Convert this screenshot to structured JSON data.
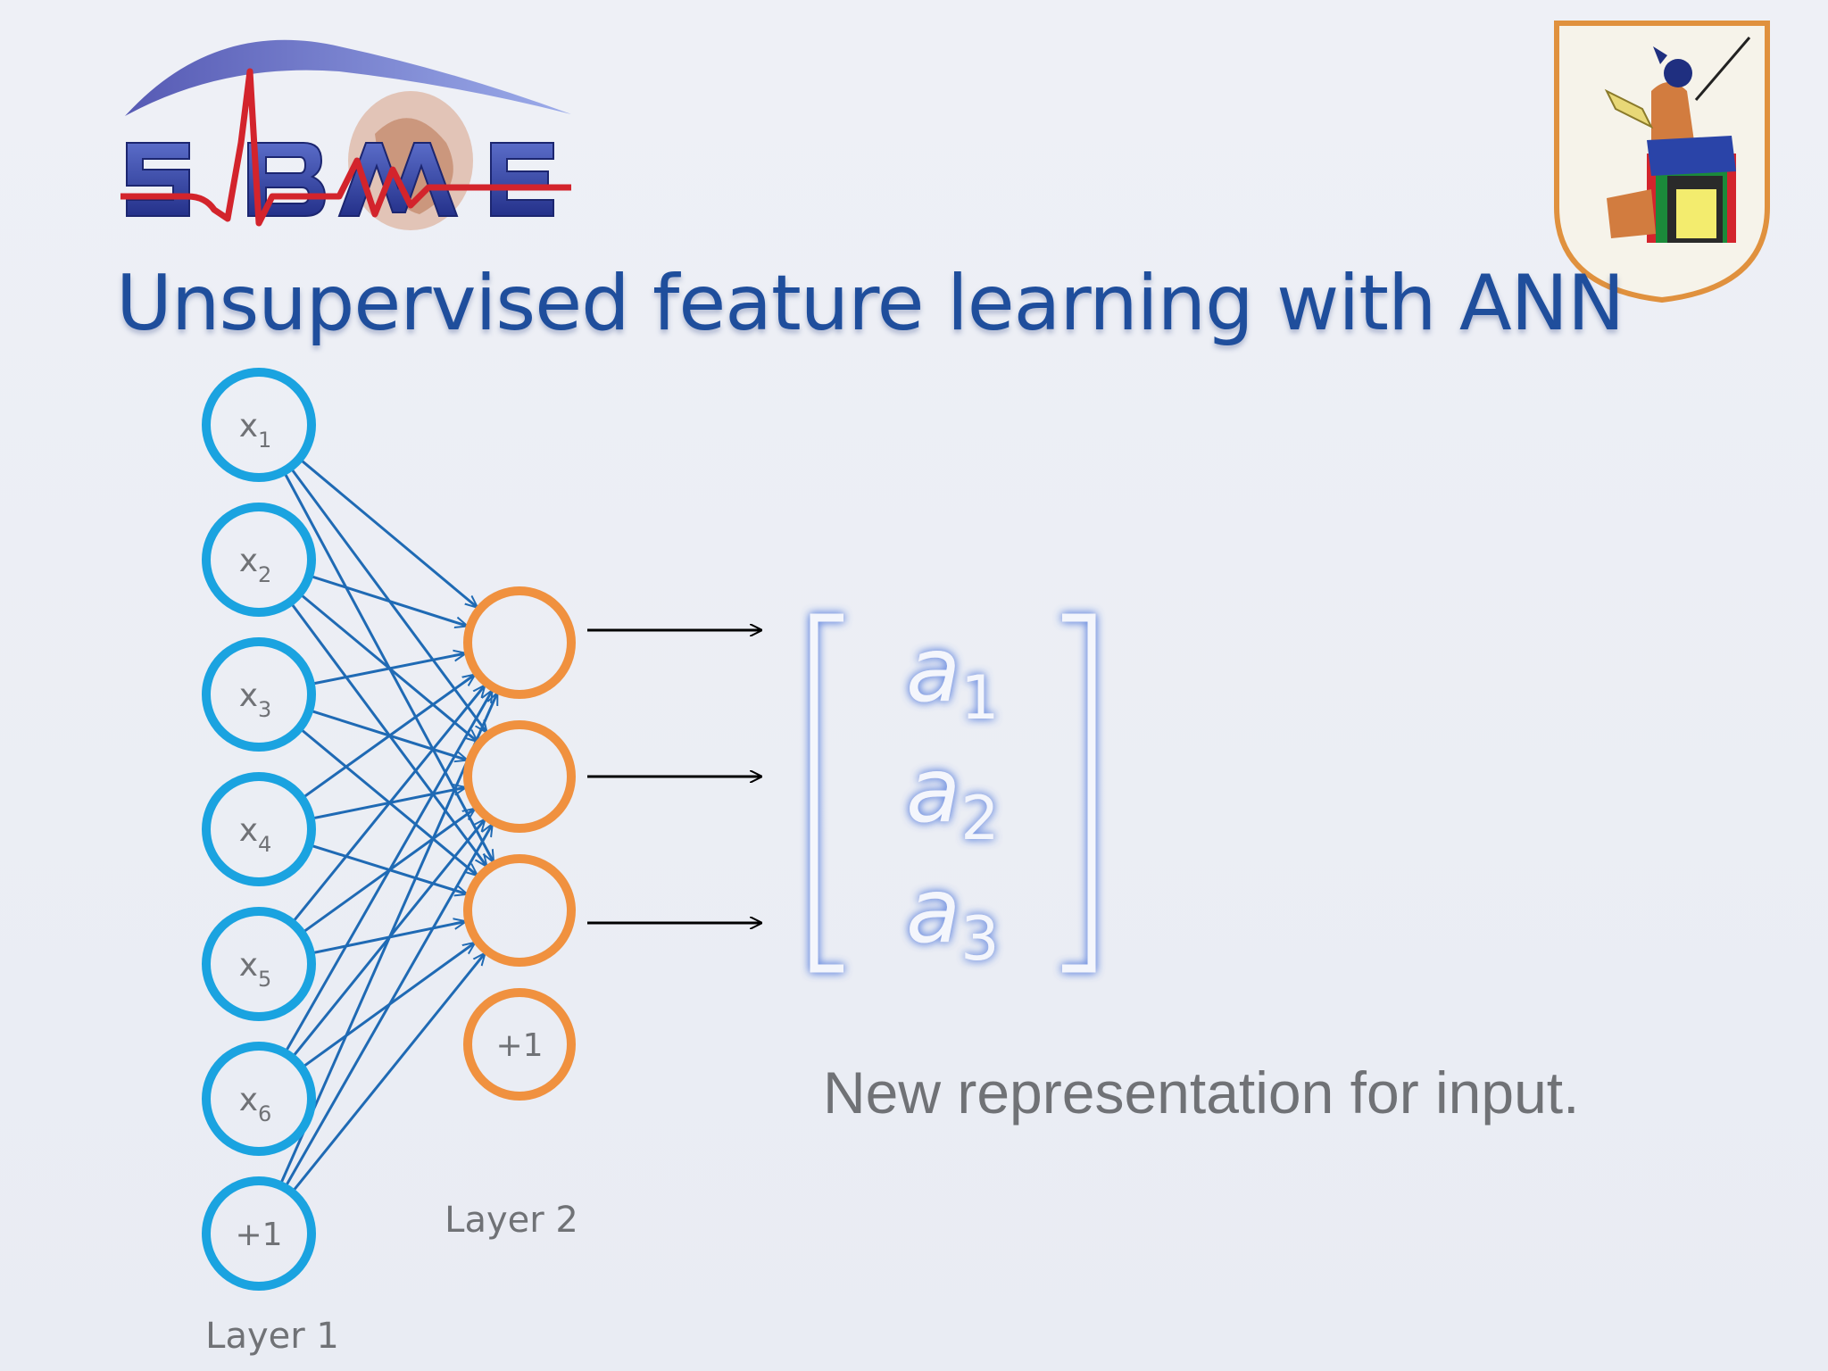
{
  "title": "Unsupervised feature learning with ANN",
  "logo": {
    "text": "SBME"
  },
  "layer1": {
    "label": "Layer 1",
    "nodes": [
      {
        "base": "x",
        "sub": "1"
      },
      {
        "base": "x",
        "sub": "2"
      },
      {
        "base": "x",
        "sub": "3"
      },
      {
        "base": "x",
        "sub": "4"
      },
      {
        "base": "x",
        "sub": "5"
      },
      {
        "base": "x",
        "sub": "6"
      },
      {
        "base": "+1",
        "sub": ""
      }
    ]
  },
  "layer2": {
    "label": "Layer 2",
    "nodes": [
      {
        "base": "",
        "sub": ""
      },
      {
        "base": "",
        "sub": ""
      },
      {
        "base": "",
        "sub": ""
      },
      {
        "base": "+1",
        "sub": ""
      }
    ]
  },
  "vector": [
    {
      "base": "a",
      "sub": "1"
    },
    {
      "base": "a",
      "sub": "2"
    },
    {
      "base": "a",
      "sub": "3"
    }
  ],
  "caption": "New representation for input.",
  "colors": {
    "title": "#1f4e9c",
    "layer1_node": "#1aa3e0",
    "layer2_node": "#f0913f",
    "edge": "#1f6ab4",
    "vector": "#f4f6fc",
    "vector_glow": "#6d8ee0",
    "caption": "#707276",
    "label": "#707276"
  },
  "icons": [
    "sbme-logo",
    "university-crest"
  ]
}
